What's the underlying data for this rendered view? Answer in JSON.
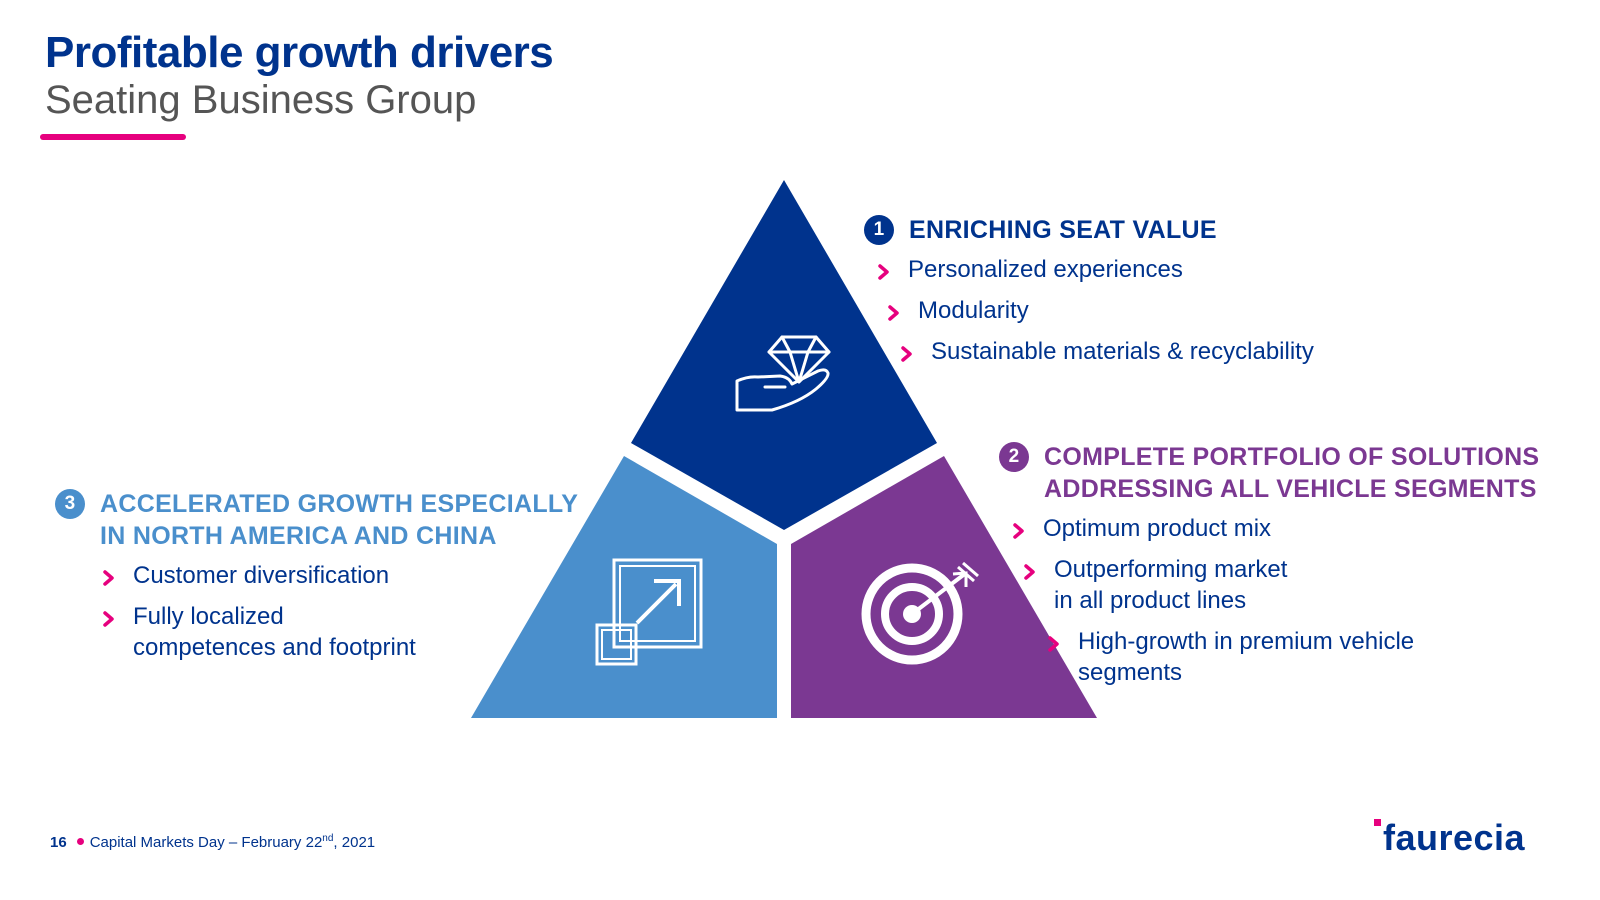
{
  "header": {
    "title": "Profitable growth drivers",
    "subtitle": "Seating Business Group"
  },
  "colors": {
    "navy": "#00338d",
    "purple": "#7b3892",
    "light_blue": "#4a8fcc",
    "accent_pink": "#e6007e"
  },
  "pyramid": {
    "top_icon": "diamond-hand-icon",
    "right_icon": "target-arrow-icon",
    "left_icon": "scale-up-arrow-icon"
  },
  "drivers": [
    {
      "number": "1",
      "heading_lines": [
        "ENRICHING SEAT VALUE"
      ],
      "bullets": [
        [
          "Personalized experiences"
        ],
        [
          "Modularity"
        ],
        [
          "Sustainable materials & recyclability"
        ]
      ]
    },
    {
      "number": "2",
      "heading_lines": [
        "COMPLETE PORTFOLIO OF SOLUTIONS",
        "ADDRESSING ALL VEHICLE SEGMENTS"
      ],
      "bullets": [
        [
          "Optimum product mix"
        ],
        [
          "Outperforming market",
          "in all product lines"
        ],
        [
          "High-growth in premium vehicle",
          "segments"
        ]
      ]
    },
    {
      "number": "3",
      "heading_lines": [
        "ACCELERATED GROWTH ESPECIALLY",
        "IN NORTH AMERICA AND CHINA"
      ],
      "bullets": [
        [
          "Customer diversification"
        ],
        [
          "Fully localized",
          "competences and footprint"
        ]
      ]
    }
  ],
  "footer": {
    "page_number": "16",
    "event": "Capital Markets Day – February 22",
    "date_suffix": "nd",
    "year": ", 2021"
  },
  "brand": {
    "logo_text": "faurecia"
  }
}
